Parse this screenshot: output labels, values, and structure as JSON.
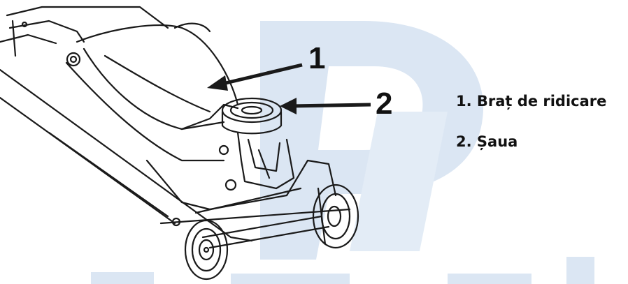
{
  "diagram": {
    "callouts": [
      {
        "number": "1",
        "target": "lifting-arm"
      },
      {
        "number": "2",
        "target": "saddle"
      }
    ],
    "legend": [
      {
        "text": "1. Braț de ridicare"
      },
      {
        "text": "2. Șaua"
      }
    ],
    "colors": {
      "line": "#1a1a1a",
      "watermark": "#dbe6f3",
      "text": "#111111"
    },
    "watermark_icon": "brand-logo-watermark"
  }
}
